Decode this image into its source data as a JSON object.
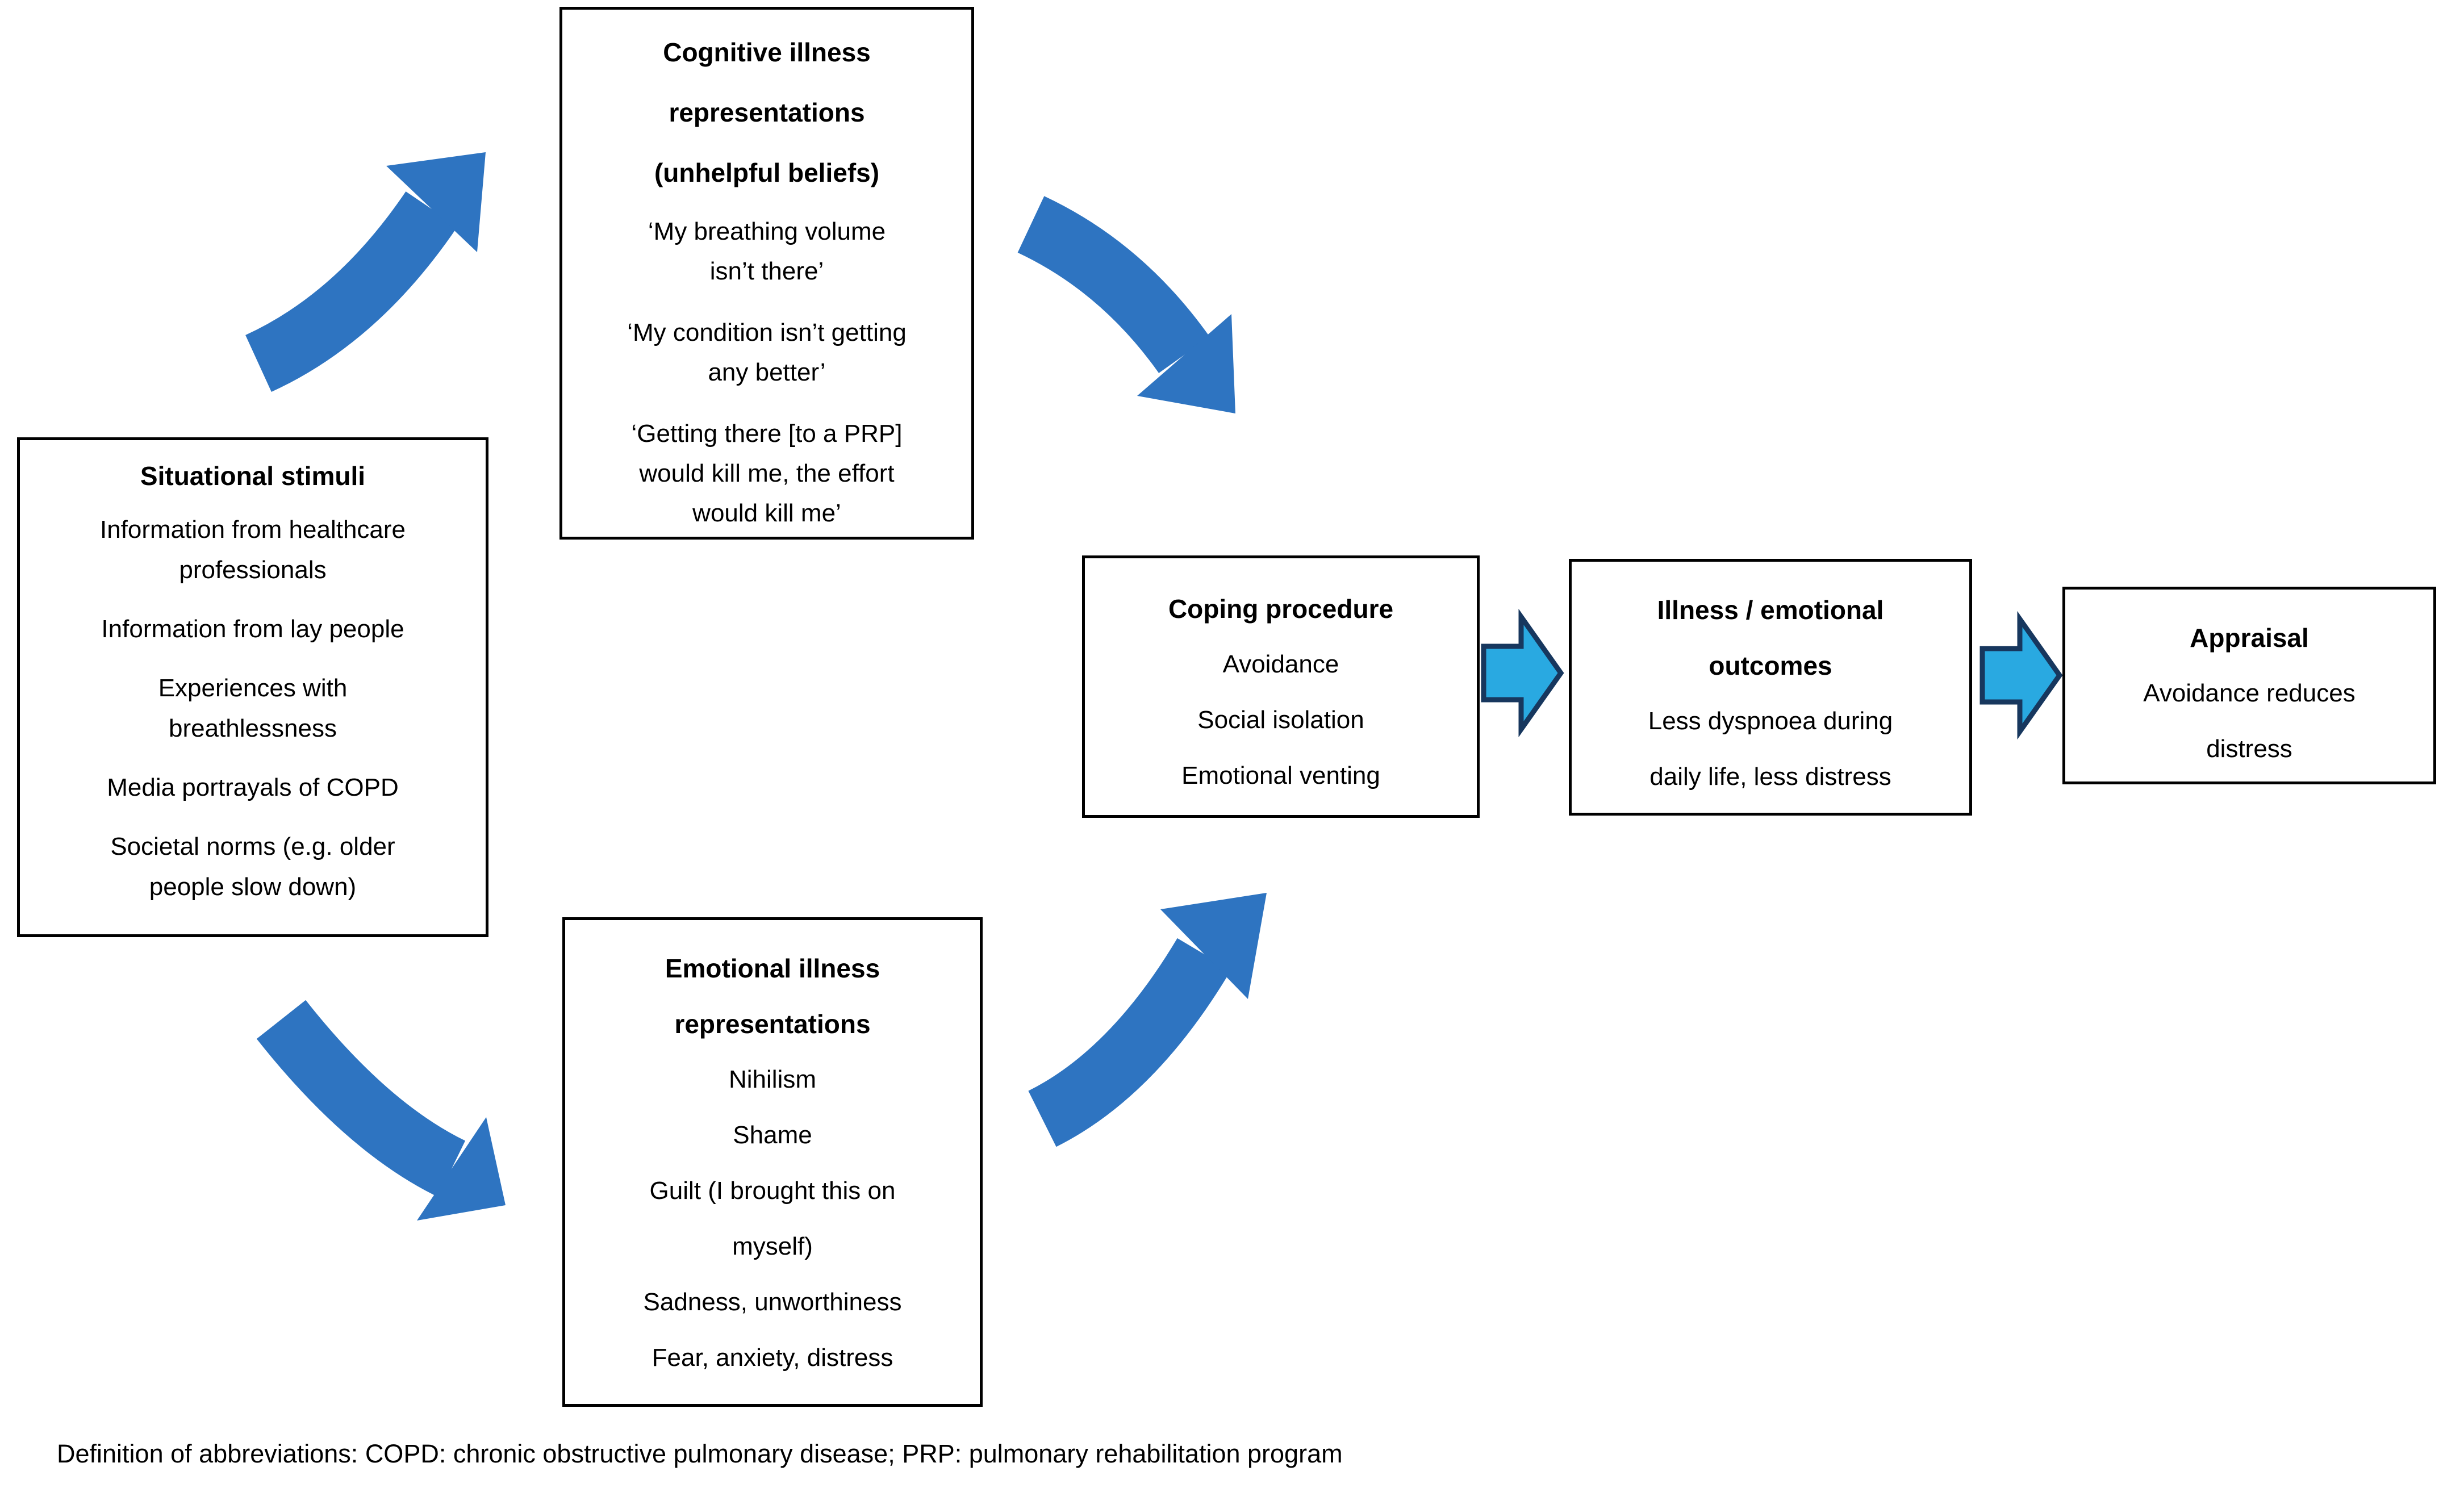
{
  "colors": {
    "background": "#FFFFFF",
    "text": "#000000",
    "box_border": "#000000",
    "curved_arrow": "#2E74C1",
    "block_arrow_fill": "#29A9E1",
    "block_arrow_border": "#17375E"
  },
  "boxes": {
    "situational": {
      "title_lines": [
        "Situational stimuli"
      ],
      "paragraphs": [
        [
          "Information from healthcare",
          "professionals"
        ],
        [
          "Information from lay people"
        ],
        [
          "Experiences with",
          "breathlessness"
        ],
        [
          "Media portrayals of COPD"
        ],
        [
          "Societal norms (e.g. older",
          "people slow down)"
        ]
      ]
    },
    "cognitive": {
      "title_lines": [
        "Cognitive illness",
        "representations",
        "(unhelpful beliefs)"
      ],
      "paragraphs": [
        [
          "‘My breathing volume",
          "isn’t there’"
        ],
        [
          "‘My condition isn’t getting",
          "any better’"
        ],
        [
          "‘Getting there [to a PRP]",
          "would kill me, the effort",
          "would kill me’"
        ]
      ]
    },
    "emotional": {
      "title_lines": [
        "Emotional illness",
        "representations"
      ],
      "lines": [
        "Nihilism",
        "Shame",
        "Guilt (I brought this on",
        "myself)",
        "Sadness, unworthiness",
        "Fear, anxiety, distress"
      ]
    },
    "coping": {
      "title_lines": [
        "Coping procedure"
      ],
      "lines": [
        "Avoidance",
        "Social isolation",
        "Emotional venting"
      ]
    },
    "outcomes": {
      "title_lines": [
        "Illness / emotional",
        "outcomes"
      ],
      "lines": [
        "Less dyspnoea during",
        "daily life, less distress"
      ]
    },
    "appraisal": {
      "title_lines": [
        "Appraisal"
      ],
      "lines": [
        "Avoidance reduces",
        "distress"
      ]
    }
  },
  "footer": "Definition of abbreviations: COPD: chronic obstructive pulmonary disease; PRP: pulmonary rehabilitation program"
}
